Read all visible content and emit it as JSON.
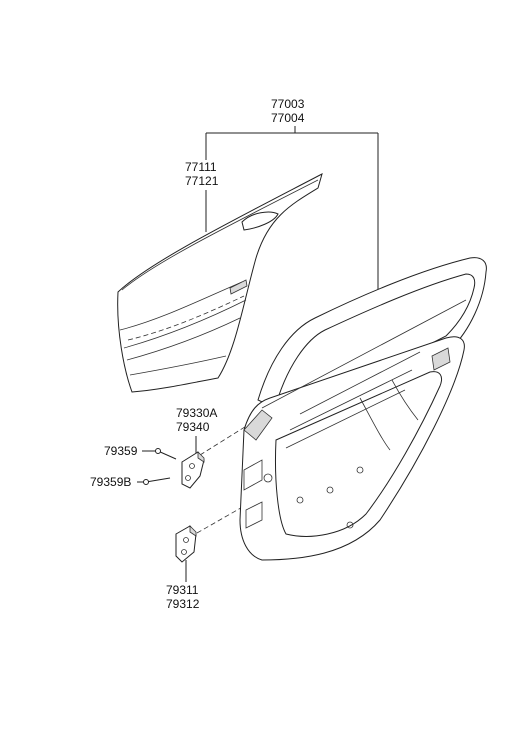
{
  "labels": {
    "door_assy_a": "77003",
    "door_assy_b": "77004",
    "outer_panel_a": "77111",
    "outer_panel_b": "77121",
    "upper_hinge_a": "79330A",
    "upper_hinge_b": "79340",
    "bolt": "79359",
    "bolt_b": "79359B",
    "lower_hinge_a": "79311",
    "lower_hinge_b": "79312"
  }
}
